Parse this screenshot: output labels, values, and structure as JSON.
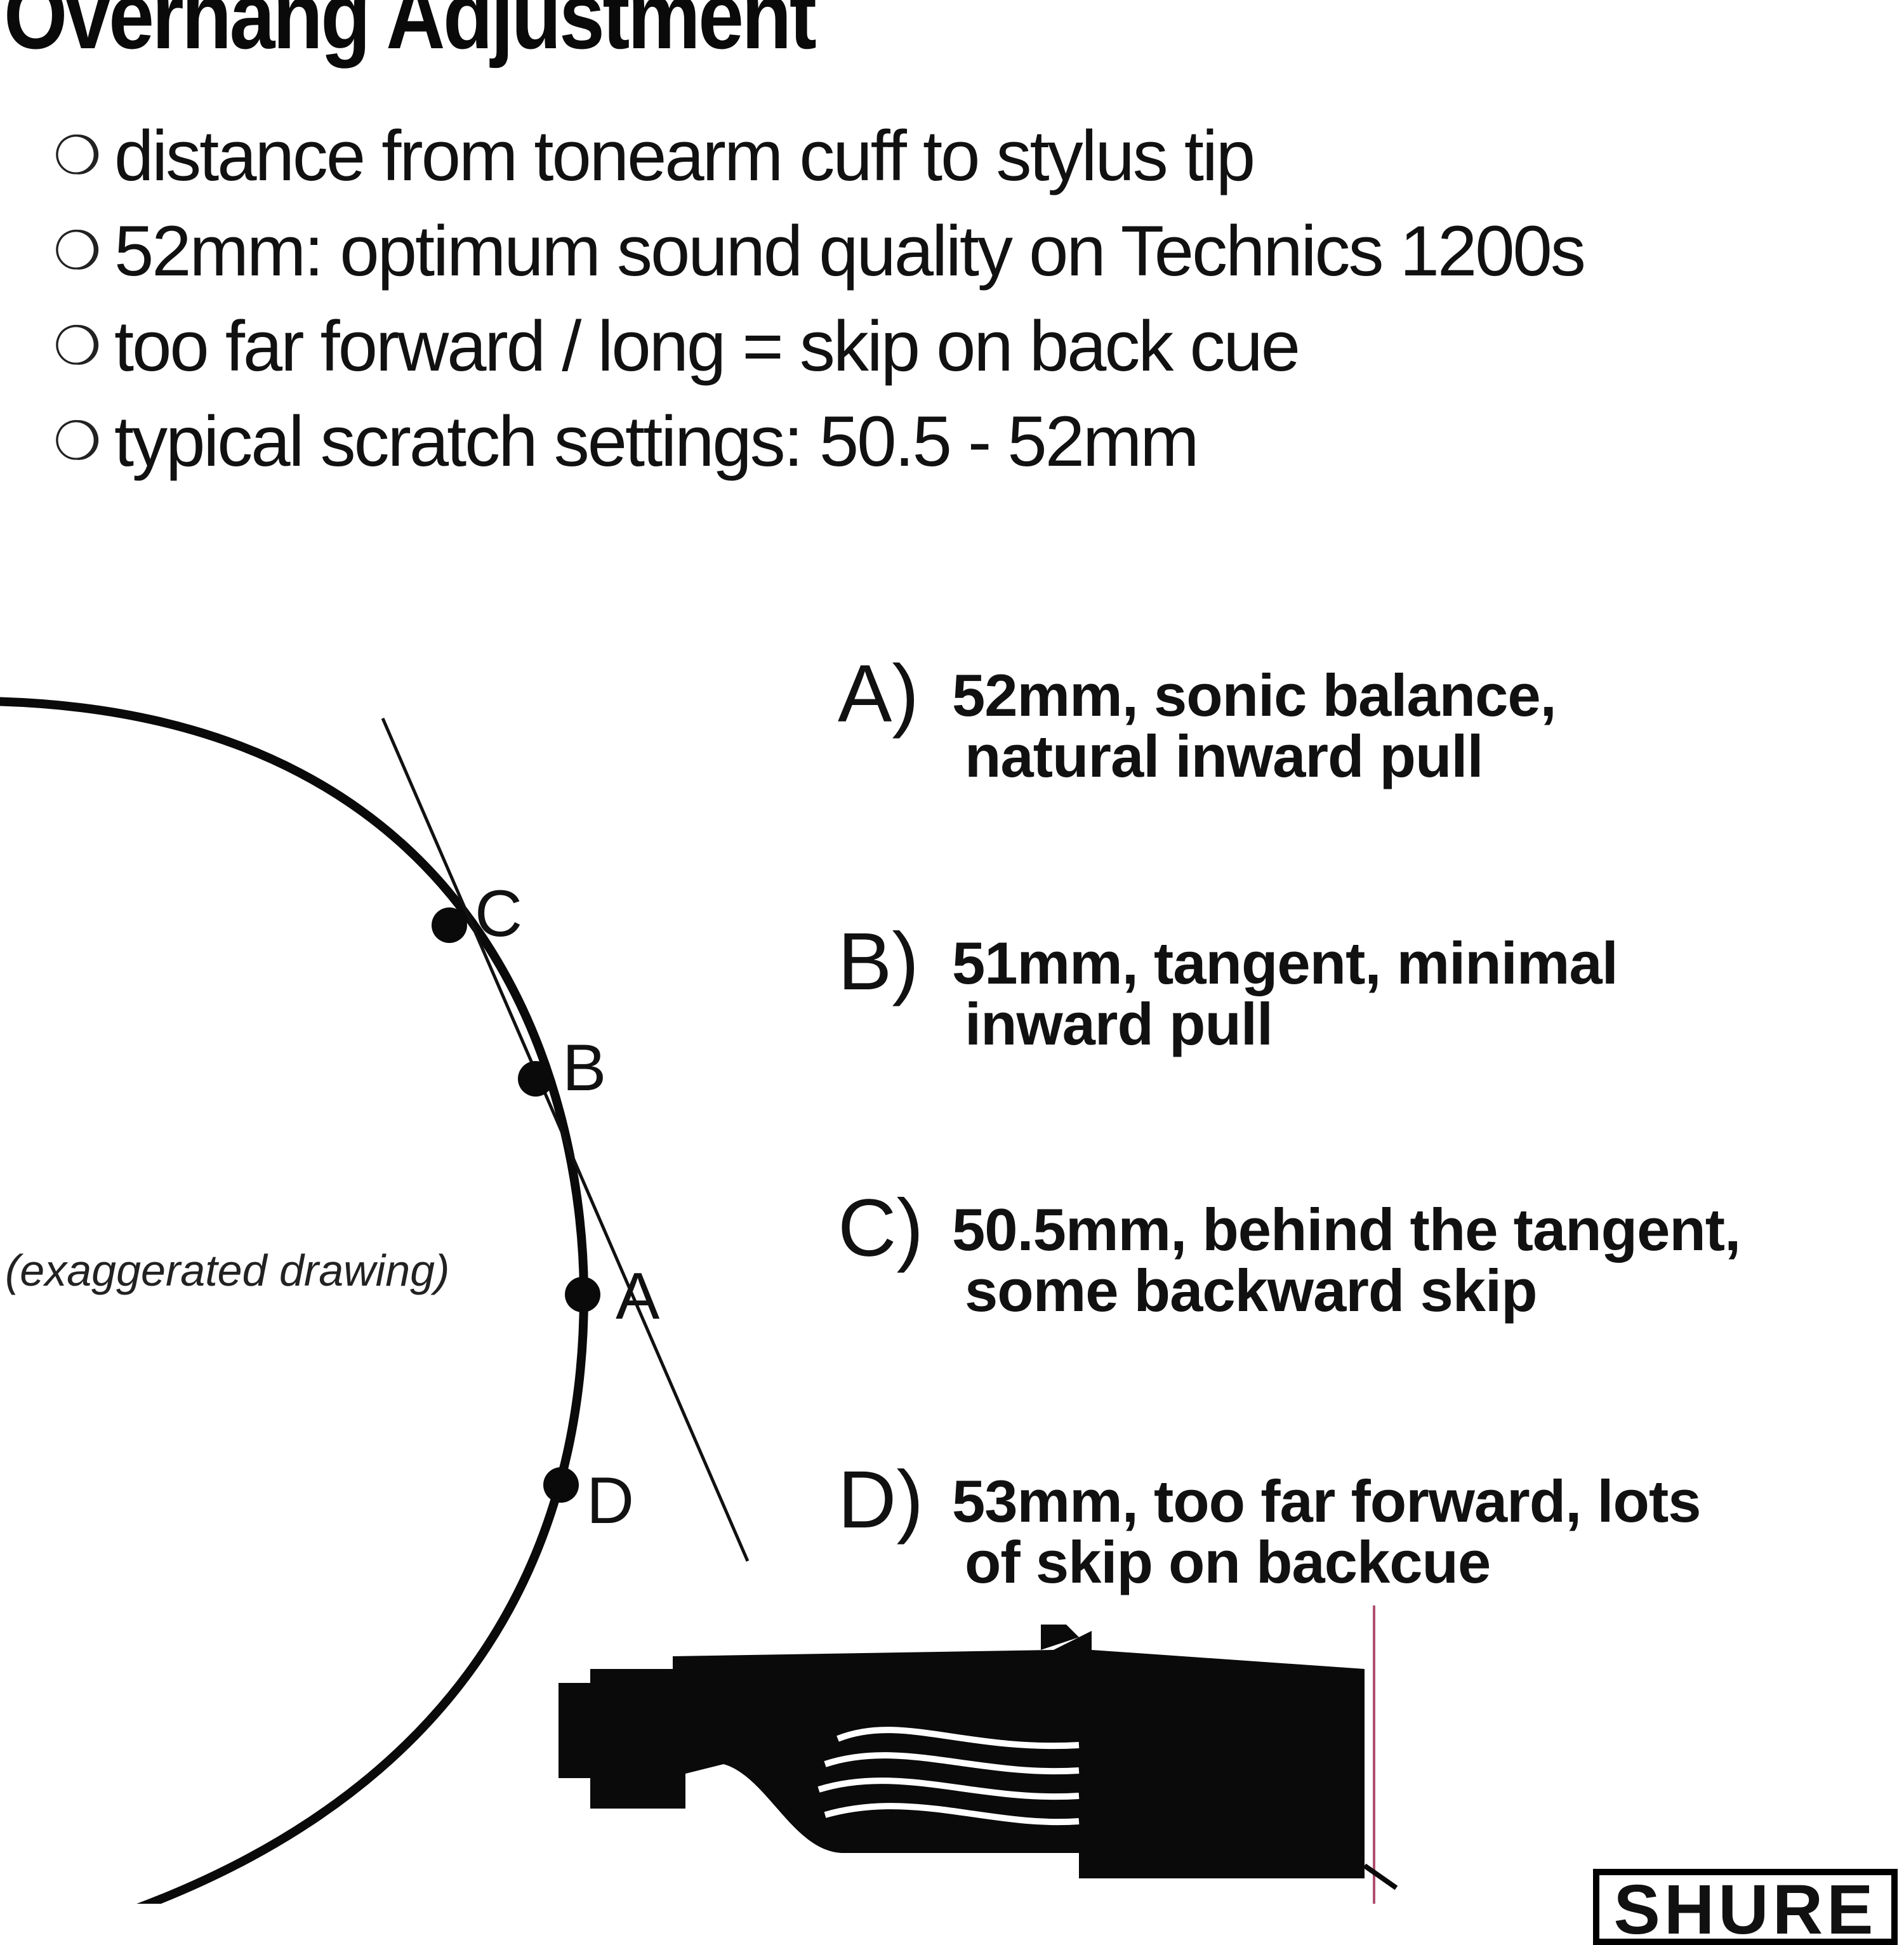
{
  "title": "Overhang Adjustment",
  "bullets": [
    "distance from tonearm cuff to stylus tip",
    "52mm: optimum sound quality on Technics 1200s",
    "too far forward / long = skip on back cue",
    "typical scratch settings: 50.5 - 52mm"
  ],
  "bullet_icon": "circle-bullet-icon",
  "diagram": {
    "note": "(exaggerated  drawing)",
    "points": [
      {
        "id": "C",
        "label": "C"
      },
      {
        "id": "B",
        "label": "B"
      },
      {
        "id": "A",
        "label": "A"
      },
      {
        "id": "D",
        "label": "D"
      }
    ]
  },
  "legend": [
    {
      "key": "A)",
      "line1": "52mm, sonic balance,",
      "line2": "natural inward pull"
    },
    {
      "key": "B)",
      "line1": "51mm, tangent, minimal",
      "line2": "inward pull"
    },
    {
      "key": "C)",
      "line1": "50.5mm, behind the tangent,",
      "line2": "some backward skip"
    },
    {
      "key": "D)",
      "line1": "53mm, too far forward, lots",
      "line2": "of skip on backcue"
    }
  ],
  "brand": "SHURE",
  "colors": {
    "ink": "#0a0a0a",
    "background": "#ffffff",
    "guide": "#b05070"
  }
}
